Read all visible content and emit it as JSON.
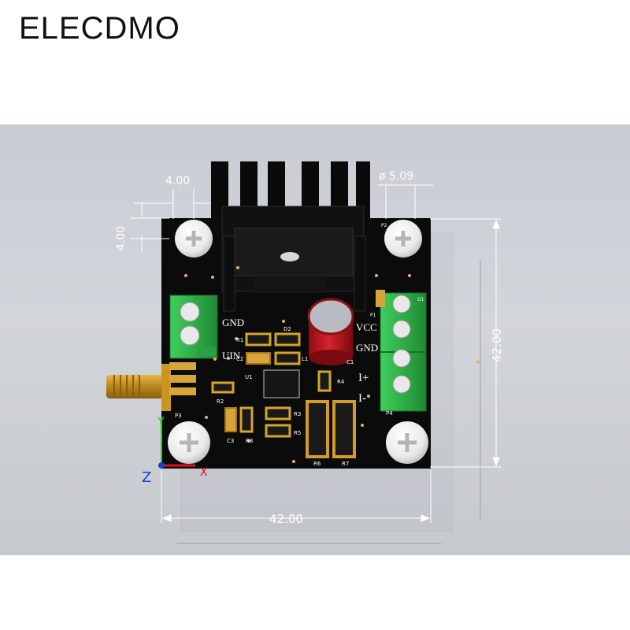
{
  "brand": {
    "name": "ELECDMO"
  },
  "dimensions": {
    "hole_offset_x": "4.00",
    "hole_offset_y": "4.00",
    "hole_diameter": "ø 5.09",
    "board_height": "42.00",
    "board_width": "42.00"
  },
  "silkscreen": {
    "gnd_left": "GND",
    "uin": "UIN",
    "vcc": "VCC",
    "gnd_right": "GND",
    "i_plus": "I+",
    "i_minus": "I-"
  },
  "refdes": {
    "p1": "P1",
    "p2": "P2",
    "p3": "P3",
    "p4": "P4",
    "r1": "R1",
    "r2": "R2",
    "r3": "R3",
    "r4": "R4",
    "r5": "R5",
    "r6": "R6",
    "r7": "R7",
    "r8": "R8",
    "c1": "C1",
    "c2": "C2",
    "c3": "C3",
    "d1": "D1",
    "d2": "D2",
    "l1": "L1",
    "u1": "U1"
  },
  "axes": {
    "z": "Z",
    "x": "X",
    "y": "Y"
  },
  "colors": {
    "pcb": "#0b0b0b",
    "terminal_green": "#2fb34a",
    "capacitor_red": "#c0141c",
    "sma_gold": "#c9961e",
    "dimension_line": "#ffffff"
  }
}
